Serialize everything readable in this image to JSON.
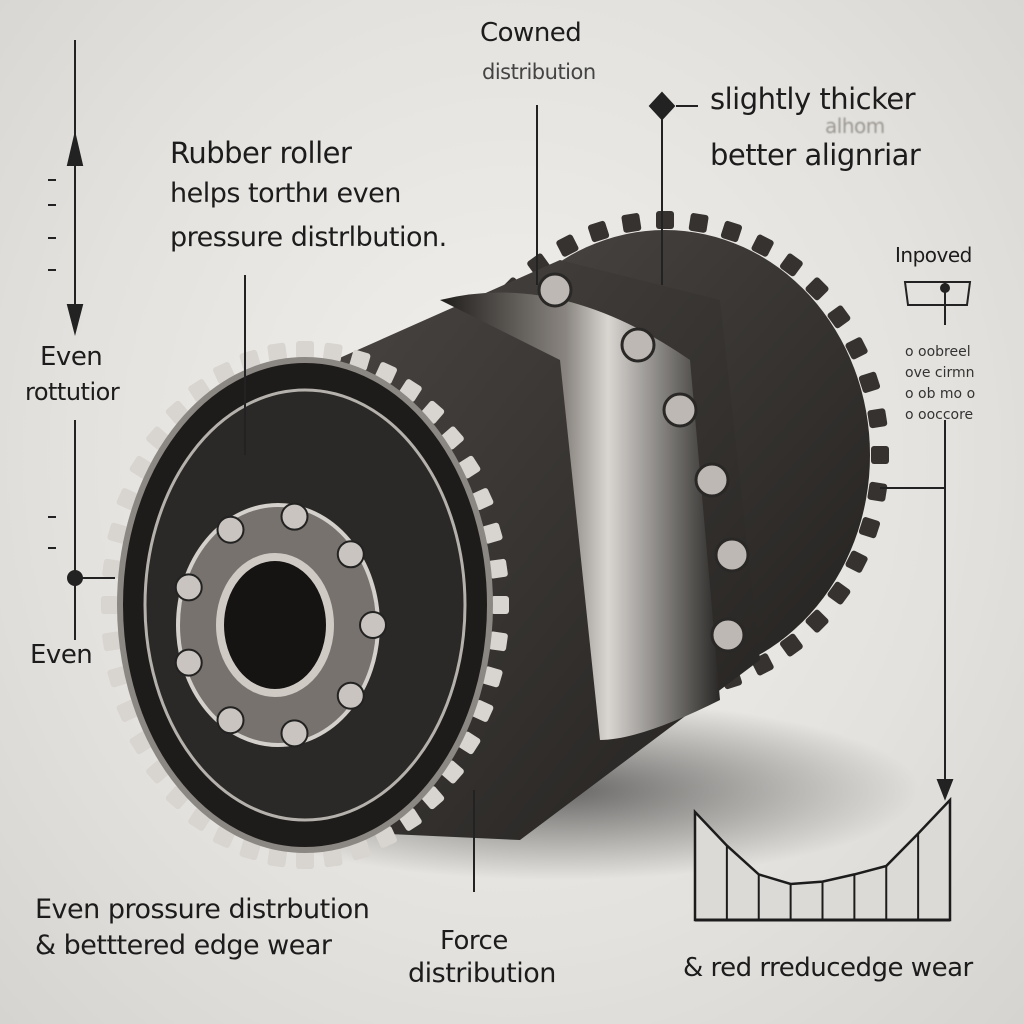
{
  "labels": {
    "top_center_title": "Cowned",
    "top_center_sub": "distribution",
    "top_right_line1": "slightly thicker",
    "top_right_faint": "alhom",
    "top_right_line2": "better alignriar",
    "rubber_title": "Rubber roller",
    "rubber_line2": "helps torthи even",
    "rubber_line3": "pressure distrlbution.",
    "left_even": "Even",
    "left_rotation": "rottutior",
    "left_even2": "Even",
    "bottom_left_line1": "Even prossure distrbution",
    "bottom_left_line2": "& betttered edge wear",
    "force_line1": "Force",
    "force_line2": "distribution",
    "right_improved": "Inpoved",
    "right_list": [
      "o oobreel",
      "ove cirmn",
      "o ob mo o",
      "o ooccore"
    ],
    "bottom_right_caption": "& red rreducedge wear"
  },
  "chart_data": {
    "type": "area",
    "title": "",
    "description_label": "& red rreducedge wear",
    "x": [
      0,
      1,
      2,
      3,
      4,
      5,
      6,
      7,
      8
    ],
    "values": [
      0.9,
      0.62,
      0.38,
      0.3,
      0.32,
      0.38,
      0.45,
      0.72,
      1.0
    ],
    "ylim": [
      0,
      1
    ]
  },
  "colors": {
    "background": "#e6e4e0",
    "metal_dark": "#2a2826",
    "rubber": "#3b3835",
    "ink": "#1c1c1c"
  }
}
